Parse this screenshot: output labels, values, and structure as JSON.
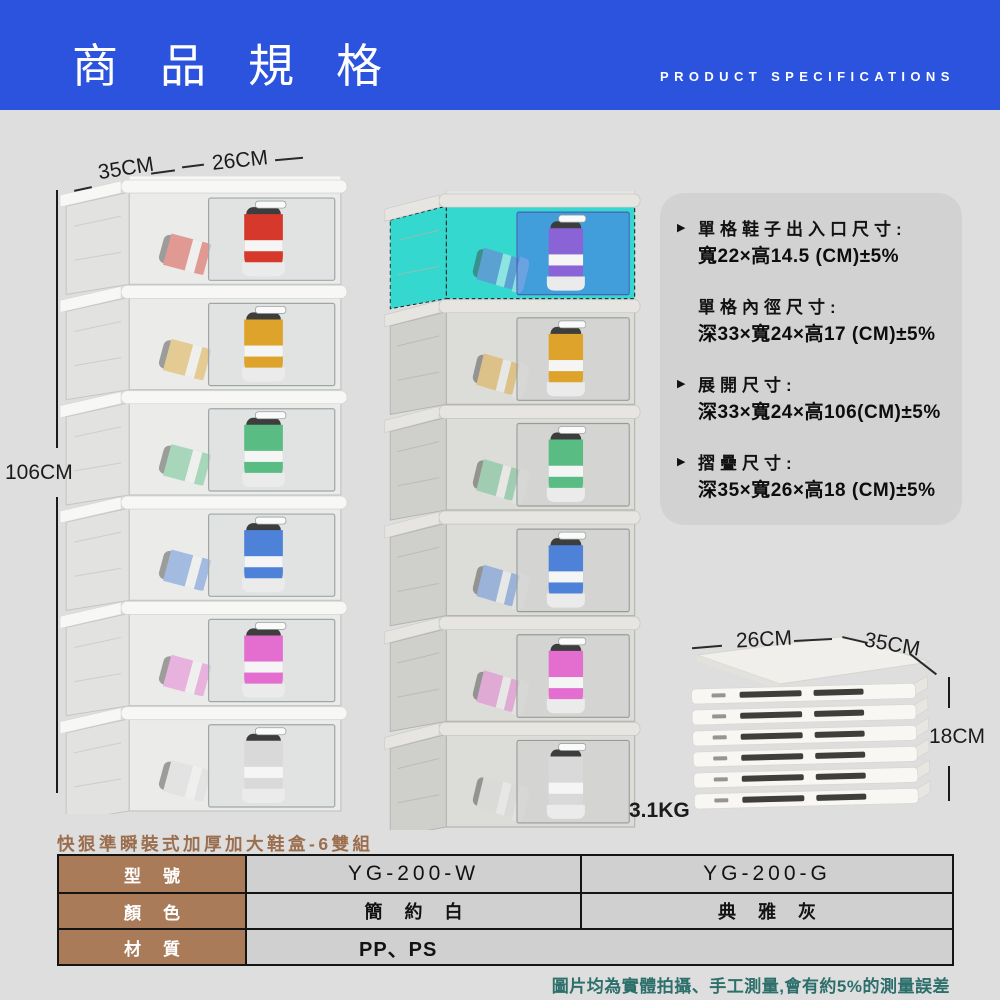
{
  "header": {
    "title": "商品規格",
    "subtitle": "PRODUCT SPECIFICATIONS",
    "banner_color": "#2b53dd"
  },
  "expanded_view": {
    "depth_label": "35CM",
    "width_label": "26CM",
    "height_label": "106CM",
    "shoe_colors": [
      "#d6392c",
      "#dda32b",
      "#59bd83",
      "#4e82d8",
      "#e36ed0",
      "#d9d9d9"
    ]
  },
  "gray_view": {
    "weight_label": "3.1KG",
    "highlight_color": "#35d8cf",
    "highlight_door_color": "rgba(80,100,230,0.5)",
    "shoe_colors": [
      "#8a63d6",
      "#dda32b",
      "#59bd83",
      "#4e82d8",
      "#e36ed0",
      "#d9d9d9"
    ]
  },
  "folded_view": {
    "width_label": "26CM",
    "depth_label": "35CM",
    "height_label": "18CM"
  },
  "spec_panel": {
    "items": [
      {
        "bullet": "▶",
        "label": "單格鞋子出入口尺寸:",
        "value": "寬22×高14.5 (CM)±5%"
      },
      {
        "bullet": "",
        "label": "單格內徑尺寸:",
        "value": "深33×寬24×高17 (CM)±5%"
      },
      {
        "bullet": "▶",
        "label": "展開尺寸:",
        "value": "深33×寬24×高106(CM)±5%"
      },
      {
        "bullet": "▶",
        "label": "摺疊尺寸:",
        "value": "深35×寬26×高18 (CM)±5%"
      }
    ]
  },
  "product": {
    "name": "快狠準瞬裝式加厚加大鞋盒-6雙組"
  },
  "spec_table": {
    "rows": [
      {
        "label": "型號",
        "white": "YG-200-W",
        "gray": "YG-200-G"
      },
      {
        "label": "顏色",
        "white": "簡約白",
        "gray": "典雅灰"
      },
      {
        "label": "材質",
        "merged": "PP、PS"
      }
    ]
  },
  "footer": {
    "note": "圖片均為實體拍攝、手工測量,會有約5%的測量誤差"
  }
}
